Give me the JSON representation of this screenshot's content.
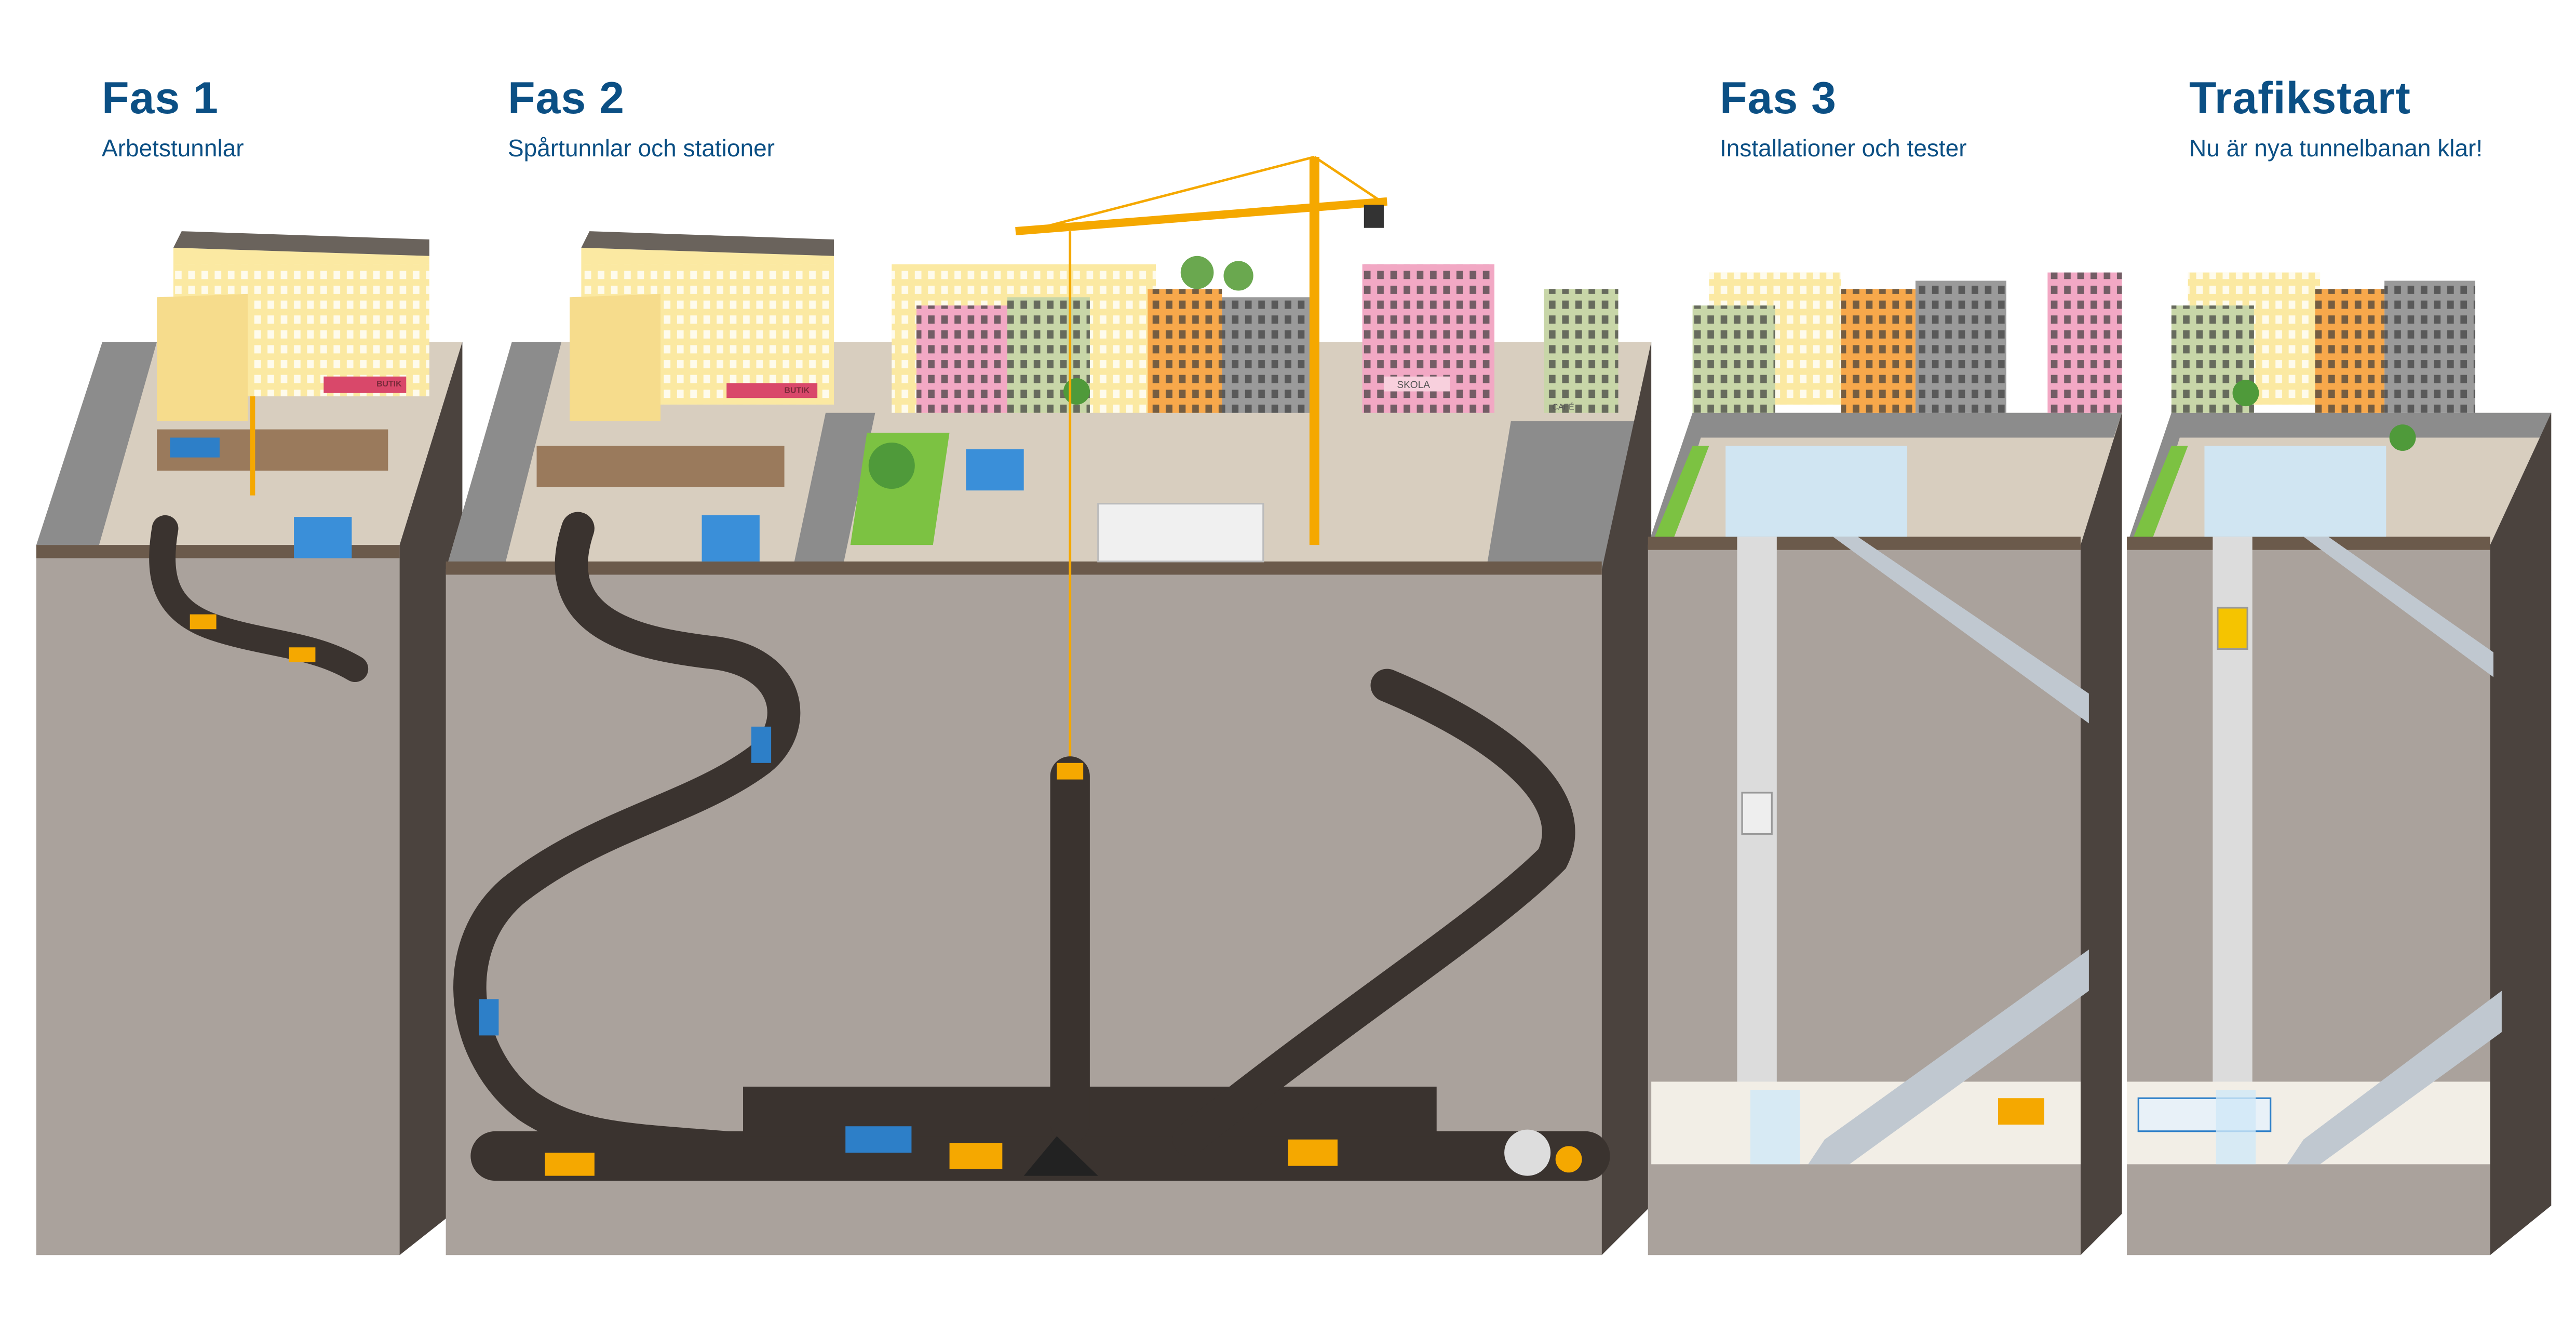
{
  "phases": [
    {
      "title": "Fas 1",
      "subtitle": "Arbetstunnlar"
    },
    {
      "title": "Fas 2",
      "subtitle": "Spårtunnlar och stationer"
    },
    {
      "title": "Fas 3",
      "subtitle": "Installationer och tester"
    },
    {
      "title": "Trafikstart",
      "subtitle": "Nu är nya tunnelbanan klar!"
    }
  ],
  "signs": {
    "shop": "BUTIK",
    "school": "SKOLA",
    "cafe": "CAFÉ"
  },
  "colors": {
    "heading": "#0b4f84",
    "earth": "#aaa29c",
    "earth_side": "#4b433e",
    "tunnel": "#3a332f",
    "crane": "#f5a800",
    "grass": "#7cc242"
  }
}
